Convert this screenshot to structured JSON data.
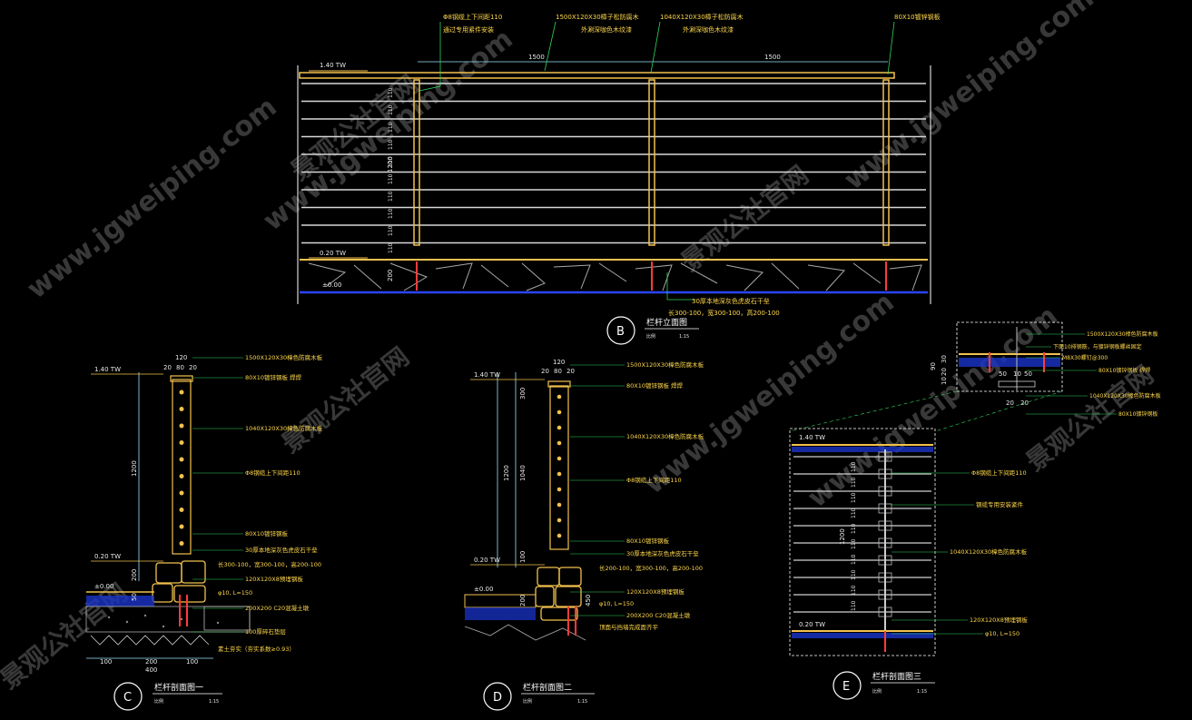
{
  "elevation_b": {
    "top_notes": [
      "Φ8钢缆上下间距110",
      "通过专用紧件安装",
      "1500X120X30樟子松防腐木",
      "外涮深咖色木纹漆",
      "1040X120X30樟子松防腐木",
      "外涮深咖色木纹漆",
      "80X10镀锌钢板"
    ],
    "span_left": "1500",
    "span_right": "1500",
    "level_top": "1.40 TW",
    "level_mid": "0.20 TW",
    "level_zero": "±0.00",
    "height_total": "1200",
    "base_dim": "200",
    "cable_spacing": [
      "110",
      "110",
      "110",
      "110",
      "110",
      "110",
      "110",
      "110",
      "110",
      "110"
    ],
    "bottom_note_1": "30厚本地深灰色虎皮石干垒",
    "bottom_note_2": "长300-100，宽300-100，高200-100",
    "label_letter": "B",
    "title": "栏杆立面图",
    "scale_left": "比例",
    "scale_right": "1:15"
  },
  "section_c": {
    "top_dims": [
      "120",
      "20",
      "80",
      "20"
    ],
    "level_top": "1.40 TW",
    "level_mid": "0.20 TW",
    "level_zero": "±0.00",
    "height": "1200",
    "base": "200",
    "notes": [
      "1500X120X30樟色防腐木板",
      "80X10镀锌钢板 焊焊",
      "1040X120X30樟色防腐木板",
      "Φ8钢缆上下间距110",
      "80X10镀锌钢板",
      "30厚本地深灰色虎皮石干垒",
      "长300-100，宽300-100，高200-100",
      "120X120X8预埋钢板",
      "φ10, L=150",
      "200X200 C20混凝土墩",
      "100厚碎石垫层",
      "素土夯实（夯实系数≥0.93）"
    ],
    "bottom_dims": [
      "100",
      "200",
      "100"
    ],
    "bottom_total": "400",
    "side_dims": [
      "200",
      "50"
    ],
    "label_letter": "C",
    "title": "栏杆剖面图一",
    "scale_left": "比例",
    "scale_right": "1:15"
  },
  "section_d": {
    "top_dims": [
      "120",
      "20",
      "80",
      "20"
    ],
    "level_top": "1.40 TW",
    "level_mid": "0.20 TW",
    "level_zero": "±0.00",
    "dims_left": [
      "300",
      "1040",
      "1200",
      "100"
    ],
    "base_dims": [
      "200",
      "450"
    ],
    "notes": [
      "1500X120X30樟色防腐木板",
      "80X10镀锌钢板 焊焊",
      "1040X120X30樟色防腐木板",
      "Φ8钢缆上下间距110",
      "80X10镀锌钢板",
      "30厚本地深灰色虎皮石干垒",
      "长200-100，宽300-100，高200-100",
      "120X120X8预埋钢板",
      "φ10, L=150",
      "200X200 C20混凝土墩",
      "顶面与挡墙完成面齐平"
    ],
    "label_letter": "D",
    "title": "栏杆剖面图二",
    "scale_left": "比例",
    "scale_right": "1:15"
  },
  "section_e": {
    "detail_notes": [
      "1500X120X30樟色防腐木板",
      "下面10排钢筋，与镀锌钢板螺丝固定",
      "M8X30螺钉@300",
      "80X10镀锌钢板 焊焊",
      "1040X120X30樟色防腐木板",
      "80X10镀锌钢板"
    ],
    "detail_dims": [
      "50",
      "10",
      "50",
      "20",
      "20"
    ],
    "detail_side": [
      "30",
      "20",
      "10"
    ],
    "side_top": "90",
    "level_top": "1.40 TW",
    "level_mid": "0.20 TW",
    "height": "1200",
    "spacings": [
      "110",
      "110",
      "110",
      "110",
      "110",
      "110",
      "110",
      "110",
      "110",
      "110"
    ],
    "notes": [
      "Φ8钢缆上下间距110",
      "钢缆专用安装紧件",
      "1040X120X30樟色防腐木板",
      "120X120X8预埋钢板",
      "φ10, L=150"
    ],
    "label_letter": "E",
    "title": "栏杆剖面图三",
    "scale_left": "比例",
    "scale_right": "1:15"
  },
  "watermarks": [
    "www.jgweiping.com",
    "景观公社官网"
  ]
}
